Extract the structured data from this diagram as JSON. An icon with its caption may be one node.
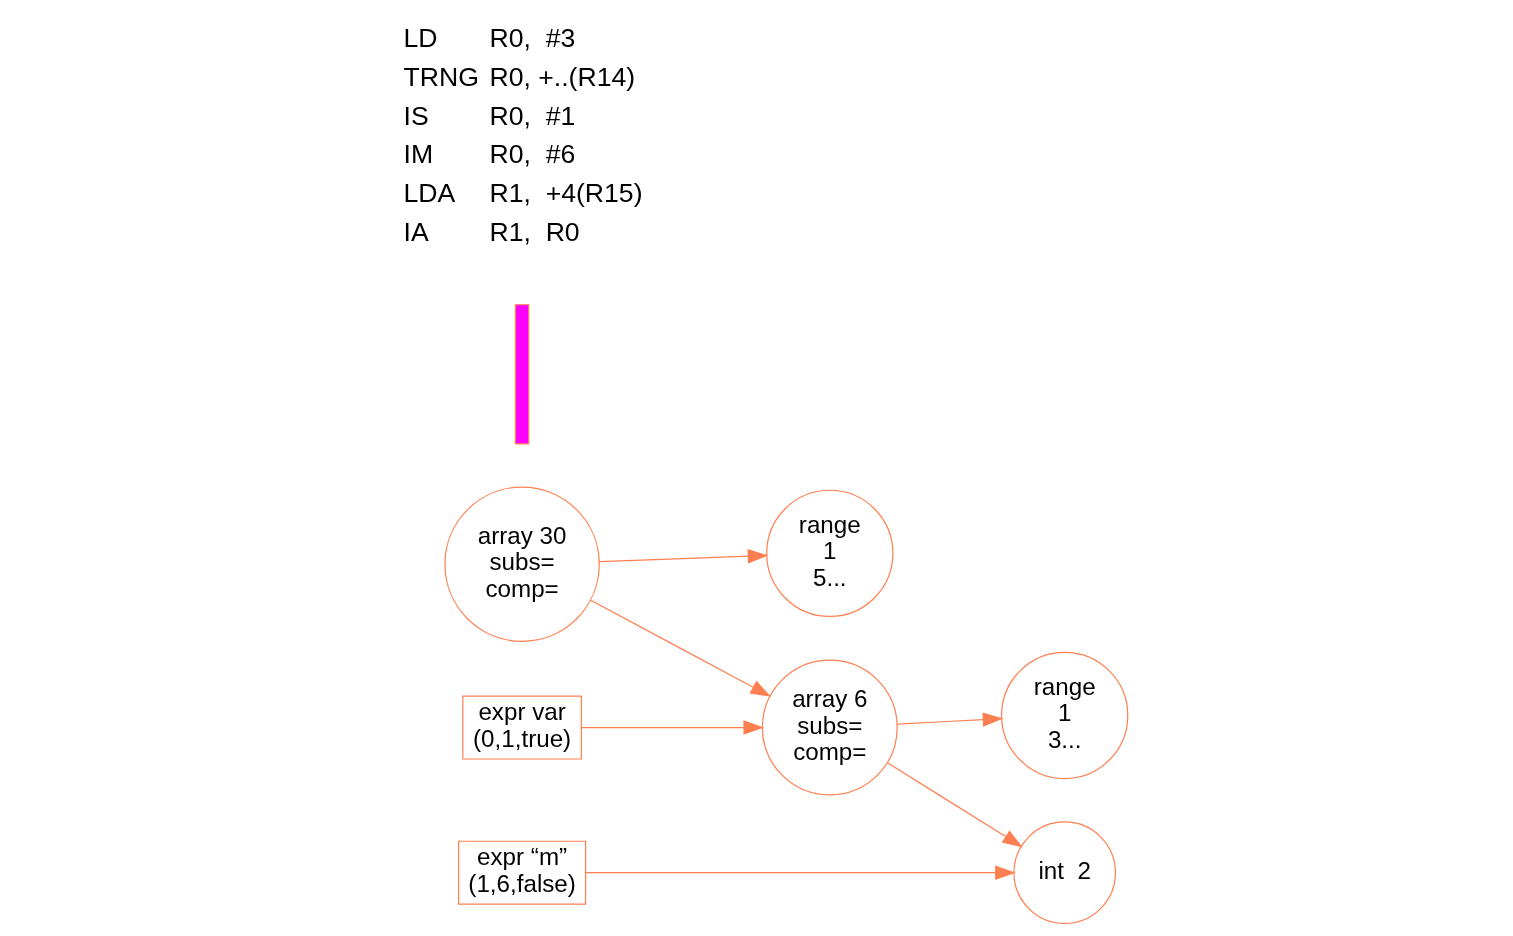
{
  "diagram": {
    "nodes": [
      {
        "text": [
          "array 30",
          "subs=",
          "comp="
        ]
      },
      {
        "text": [
          "range",
          "1",
          "5..."
        ]
      },
      {
        "text": [
          "array 6",
          "subs=",
          "comp="
        ]
      },
      {
        "text": [
          "range",
          "1",
          "3..."
        ]
      },
      {
        "text": [
          "expr “m”",
          "(1,6,false)"
        ]
      },
      {
        "text": [
          "expr var",
          "(0,1,true)"
        ]
      },
      {
        "text": [],
        "shape": "bar"
      },
      {
        "text": [
          "int  2"
        ]
      }
    ],
    "edges": [
      {
        "from": 0,
        "to": 1,
        "arrow": "to"
      },
      {
        "from": 0,
        "to": 2,
        "arrow": "to"
      },
      {
        "from": 2,
        "to": 3,
        "arrow": "to"
      },
      {
        "from": 2,
        "to": 7,
        "arrow": "to"
      },
      {
        "from": 4,
        "to": 7,
        "arrow": "to"
      },
      {
        "from": 5,
        "to": 2,
        "arrow": "to"
      }
    ],
    "labels": [
      "LD",
      "R0,  #3",
      "TRNG",
      "R0, +..(R14)",
      "IS",
      "R0,  #1",
      "IM",
      "R0,  #6",
      "LDA",
      "R1,  +4(R15)",
      "IA",
      "R1,  R0"
    ]
  }
}
